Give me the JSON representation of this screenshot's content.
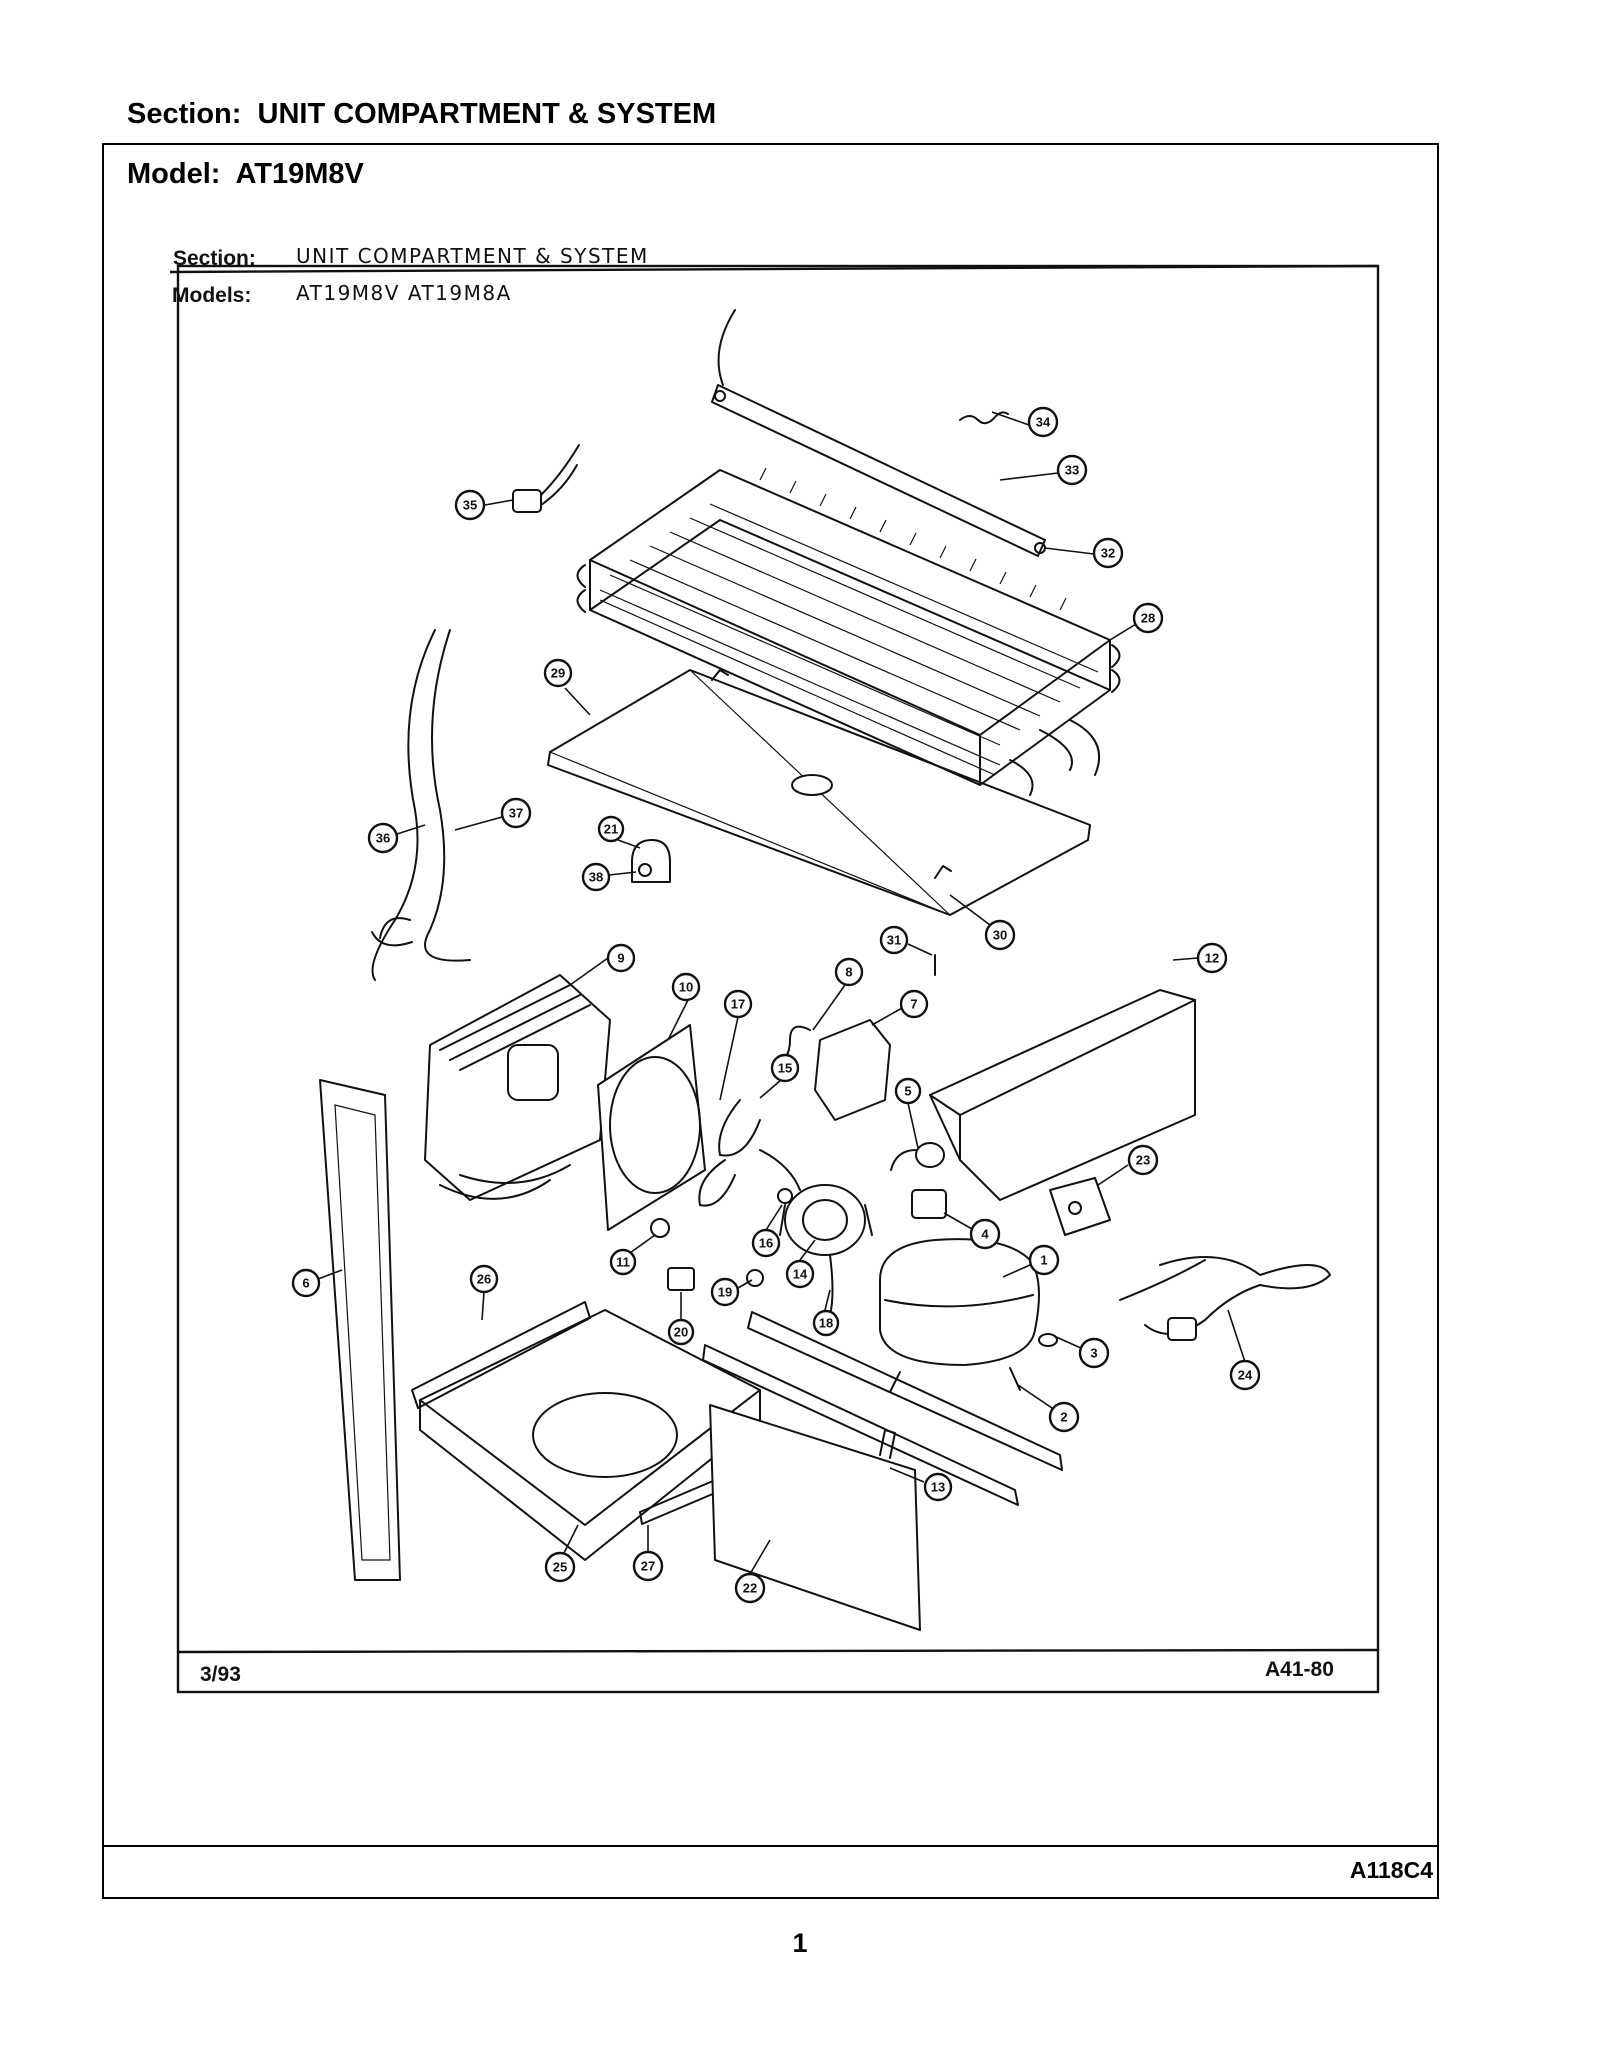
{
  "page": {
    "section_label": "Section:  UNIT COMPARTMENT & SYSTEM",
    "model_label": "Model:  AT19M8V",
    "reference_code": "A118C4",
    "page_number": "1"
  },
  "scan": {
    "section_prefix": "Section:",
    "section_value": "UNIT  COMPARTMENT  &  SYSTEM",
    "models_prefix": "Models:",
    "models_value": "AT19M8V  AT19M8A",
    "date": "3/93",
    "drawing_code": "A41-80"
  },
  "callouts": [
    "1",
    "2",
    "3",
    "4",
    "5",
    "6",
    "7",
    "8",
    "9",
    "10",
    "11",
    "12",
    "13",
    "14",
    "15",
    "16",
    "17",
    "18",
    "19",
    "20",
    "21",
    "22",
    "23",
    "24",
    "25",
    "26",
    "27",
    "28",
    "29",
    "30",
    "31",
    "32",
    "33",
    "34",
    "35",
    "36",
    "37",
    "38"
  ]
}
